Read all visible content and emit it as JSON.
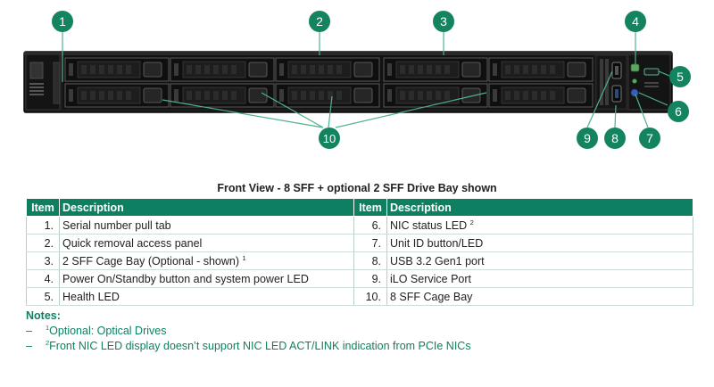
{
  "callouts": [
    {
      "label": "1"
    },
    {
      "label": "2"
    },
    {
      "label": "3"
    },
    {
      "label": "4"
    },
    {
      "label": "5"
    },
    {
      "label": "6"
    },
    {
      "label": "7"
    },
    {
      "label": "8"
    },
    {
      "label": "9"
    },
    {
      "label": "10"
    }
  ],
  "colors": {
    "accent": "#0e8061",
    "chassis": "#1a1a1a",
    "callout": "#13845f"
  },
  "caption": "Front View - 8 SFF + optional 2 SFF Drive Bay shown",
  "table": {
    "headers": {
      "item": "Item",
      "description": "Description"
    },
    "rows": [
      {
        "left_num": "1.",
        "left_desc": "Serial number pull tab",
        "left_sup": "",
        "right_num": "6.",
        "right_desc": "NIC status LED",
        "right_sup": "2"
      },
      {
        "left_num": "2.",
        "left_desc": "Quick removal access panel",
        "left_sup": "",
        "right_num": "7.",
        "right_desc": "Unit ID button/LED",
        "right_sup": ""
      },
      {
        "left_num": "3.",
        "left_desc": "2 SFF Cage Bay (Optional - shown)",
        "left_sup": "1",
        "right_num": "8.",
        "right_desc": "USB 3.2 Gen1 port",
        "right_sup": ""
      },
      {
        "left_num": "4.",
        "left_desc": "Power On/Standby button and system power LED",
        "left_sup": "",
        "right_num": "9.",
        "right_desc": "iLO Service Port",
        "right_sup": ""
      },
      {
        "left_num": "5.",
        "left_desc": "Health LED",
        "left_sup": "",
        "right_num": "10.",
        "right_desc": "8 SFF Cage Bay",
        "right_sup": ""
      }
    ]
  },
  "notes": {
    "title": "Notes:",
    "items": [
      {
        "dash": "–",
        "sup": "1",
        "text": "Optional: Optical Drives"
      },
      {
        "dash": "–",
        "sup": "2",
        "text": "Front NIC LED display doesn’t support NIC LED ACT/LINK indication from PCIe NICs"
      }
    ]
  }
}
